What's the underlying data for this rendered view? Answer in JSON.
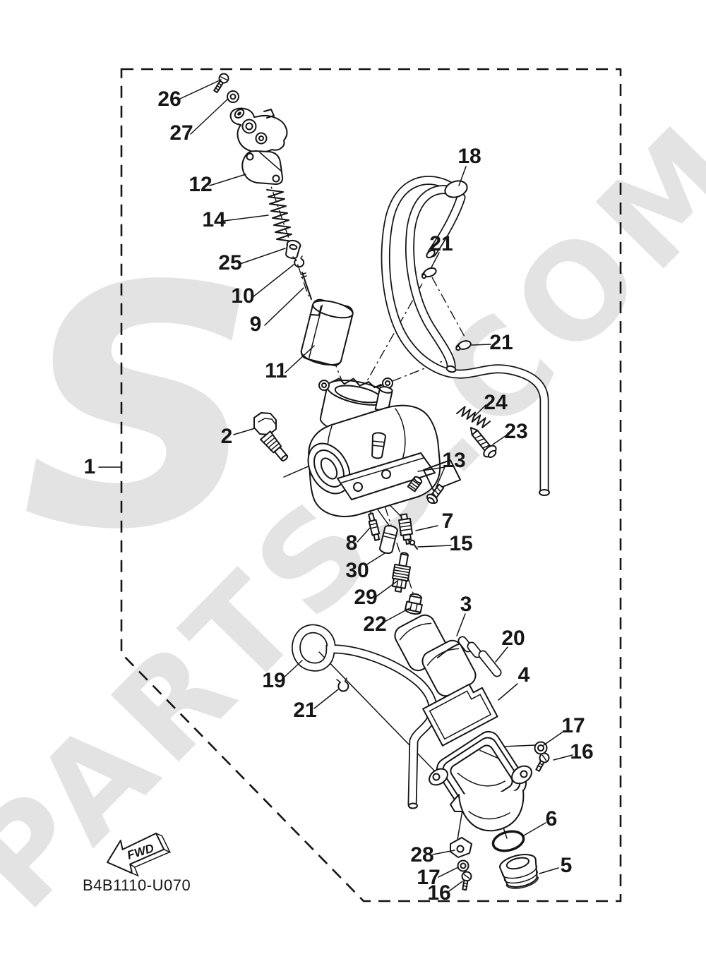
{
  "diagram": {
    "code": "B4B1110-U070",
    "fwd_label": "FWD",
    "watermark": {
      "text": "PARTSS.COM",
      "logo_letter": "S",
      "color": "#e3e3e3"
    },
    "callouts": [
      {
        "label": "26"
      },
      {
        "label": "27"
      },
      {
        "label": "12"
      },
      {
        "label": "14"
      },
      {
        "label": "25"
      },
      {
        "label": "10"
      },
      {
        "label": "9"
      },
      {
        "label": "11"
      },
      {
        "label": "18"
      },
      {
        "label": "21"
      },
      {
        "label": "21"
      },
      {
        "label": "24"
      },
      {
        "label": "23"
      },
      {
        "label": "2"
      },
      {
        "label": "1"
      },
      {
        "label": "13"
      },
      {
        "label": "7"
      },
      {
        "label": "8"
      },
      {
        "label": "15"
      },
      {
        "label": "30"
      },
      {
        "label": "29"
      },
      {
        "label": "22"
      },
      {
        "label": "3"
      },
      {
        "label": "20"
      },
      {
        "label": "19"
      },
      {
        "label": "21"
      },
      {
        "label": "4"
      },
      {
        "label": "17"
      },
      {
        "label": "16"
      },
      {
        "label": "6"
      },
      {
        "label": "28"
      },
      {
        "label": "17"
      },
      {
        "label": "16"
      },
      {
        "label": "5"
      }
    ]
  }
}
